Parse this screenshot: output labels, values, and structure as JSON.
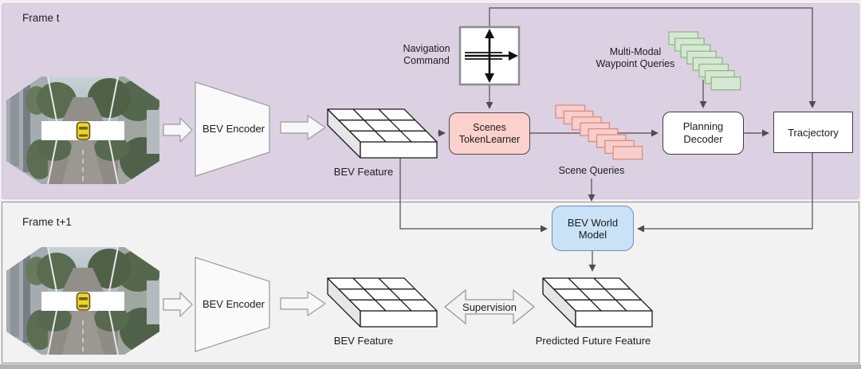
{
  "frames": {
    "t": {
      "label": "Frame t"
    },
    "t1": {
      "label": "Frame t+1"
    }
  },
  "nodes": {
    "bev_encoder_t": "BEV Encoder",
    "bev_encoder_t1": "BEV Encoder",
    "bev_feature_t": "BEV Feature",
    "bev_feature_t1": "BEV Feature",
    "navigation_command": "Navigation\nCommand",
    "scenes_tokenlearner": "Scenes\nTokenLearner",
    "scene_queries": "Scene Queries",
    "waypoint_queries": "Multi-Modal\nWaypoint Queries",
    "planning_decoder": "Planning\nDecoder",
    "trajectory": "Tracjectory",
    "bev_world_model": "BEV World Model",
    "supervision": "Supervision",
    "predicted_future_feature": "Predicted Future Feature"
  },
  "queries": {
    "scene": {
      "count": 8
    },
    "waypoint": {
      "count": 8
    }
  },
  "icons": {
    "navigation_command": "crossroad-arrows-icon",
    "ego_vehicle": "yellow-car-top-view-icon",
    "cameras": "six-camera-surround-collage"
  },
  "colors": {
    "frame_t_bg": "#dcd1e3",
    "frame_t1_bg": "#f2f2f2",
    "tokenlearner_fill": "#fbd0cd",
    "scene_query_fill": "#f8cecc",
    "scene_query_stroke": "#dd8a80",
    "waypoint_query_fill": "#d5e8d4",
    "waypoint_query_stroke": "#93b881",
    "world_model_fill": "#c9e2f6",
    "world_model_stroke": "#6c8ebf",
    "connector": "#4d4d4d"
  }
}
